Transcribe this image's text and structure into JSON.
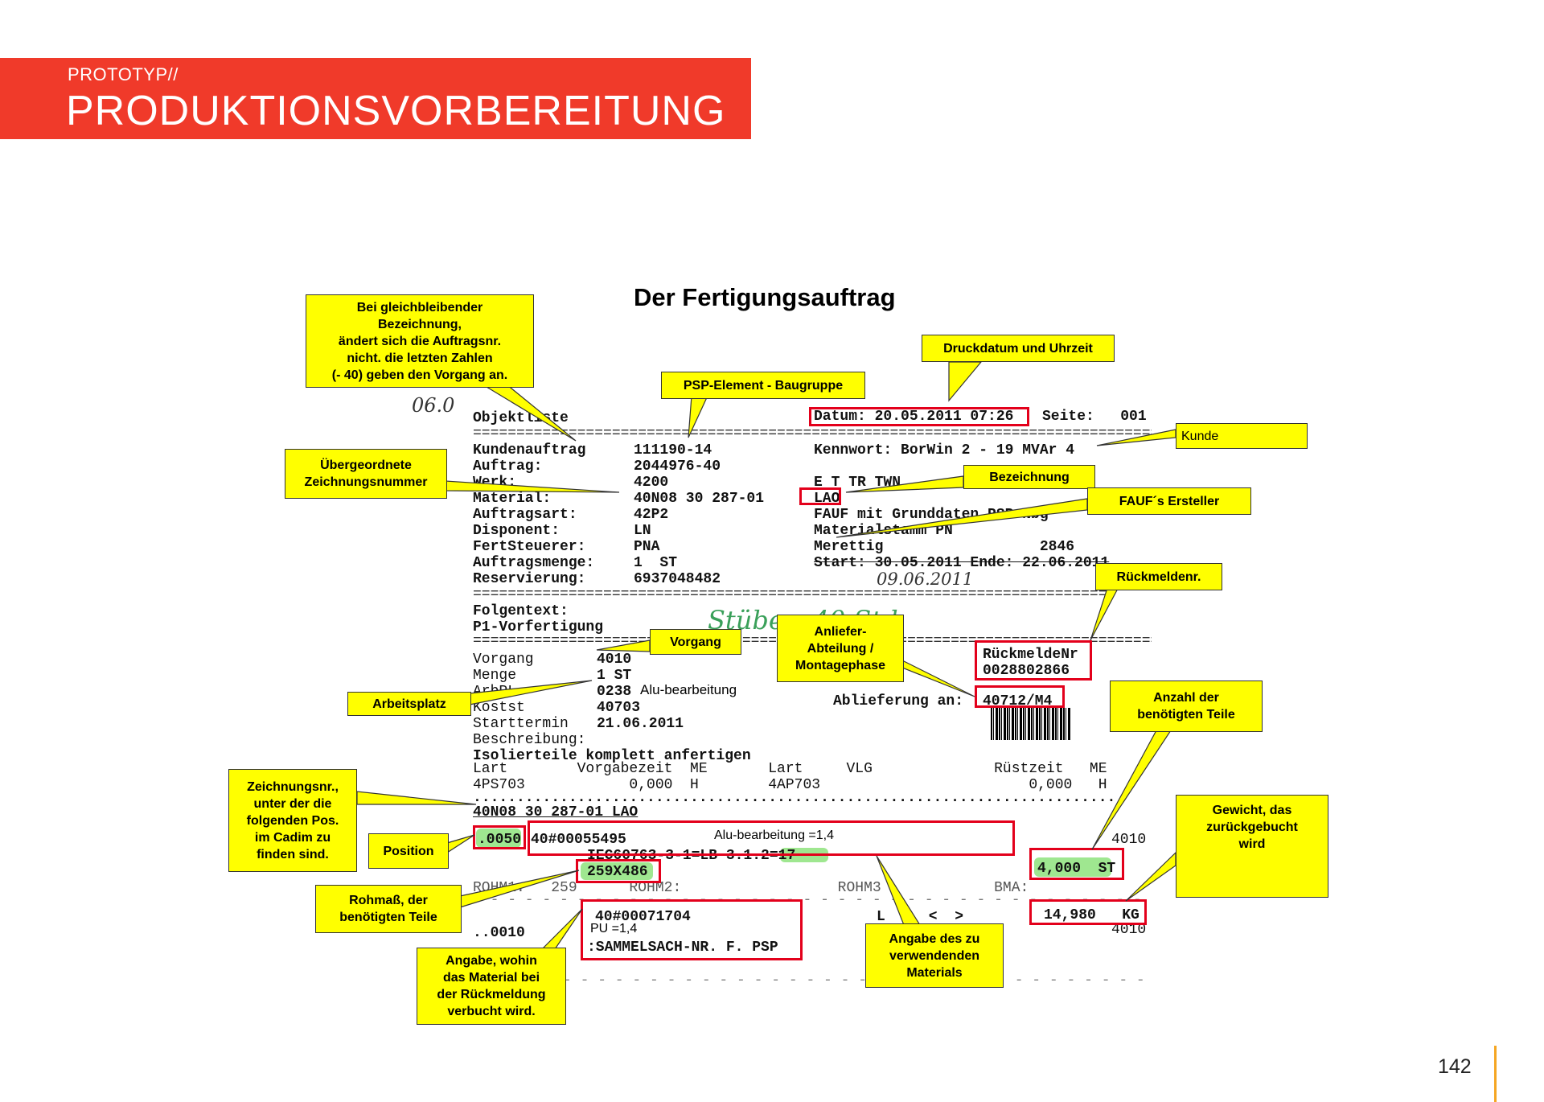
{
  "header": {
    "pretitle": "PROTOTYP//",
    "title": "PRODUKTIONSVORBEREITUNG"
  },
  "slide_title": "Der Fertigungsauftrag",
  "page_number": "142",
  "document": {
    "head_left": "Objektliste",
    "datum": "Datum: 20.05.2011 07:26",
    "seite": "Seite:   001",
    "fields": [
      {
        "label": "Kundenauftrag",
        "value": "111190-14"
      },
      {
        "label": "Auftrag:",
        "value": "2044976-40"
      },
      {
        "label": "Werk:",
        "value": "4200"
      },
      {
        "label": "Material:",
        "value": "40N08 30 287-01"
      },
      {
        "label": "Auftragsart:",
        "value": "42P2"
      },
      {
        "label": "Disponent:",
        "value": "LN"
      },
      {
        "label": "FertSteuerer:",
        "value": "PNA"
      },
      {
        "label": "Auftragsmenge:",
        "value": "1  ST"
      },
      {
        "label": "Reservierung:",
        "value": "6937048482"
      }
    ],
    "right_lines": [
      "Kennwort: BorWin 2 - 19 MVAr 4",
      "",
      "E T TR TWN",
      "LAO",
      "FAUF mit Grunddaten PSP Nbg",
      "Materialstamm PN",
      "Merettig                  2846",
      "Start: 30.05.2011 Ende: 22.06.2011"
    ],
    "hand_date": "09.06.2011",
    "hand_top": "06.0",
    "hand_middle": "Stüber  40 Std",
    "folgentext_label": "Folgentext:",
    "folgentext_value": "P1-Vorfertigung",
    "vorgang_fields": [
      {
        "label": "Vorgang",
        "value": "4010"
      },
      {
        "label": "Menge",
        "value": "1 ST"
      },
      {
        "label": "ArbPL",
        "value": "0238"
      },
      {
        "label": "Kostst",
        "value": "40703"
      },
      {
        "label": "Starttermin",
        "value": "21.06.2011"
      }
    ],
    "arbpl_note": "Alu-bearbeitung",
    "beschreibung_label": "Beschreibung:",
    "beschreibung_value": "Isolierteile komplett anfertigen",
    "rueckmelde_label": "RückmeldeNr",
    "rueckmelde_value": "0028802866",
    "ablieferung_label": "Ablieferung an:",
    "ablieferung_value": "40712/M4",
    "lart_header": "Lart        Vorgabezeit  ME       Lart     VLG              Rüstzeit   ME",
    "lart_row": "4PS703            0,000  H        4AP703                        0,000   H",
    "dots": "..........................................................................",
    "drawing_no": "40N08 30 287-01 LAO",
    "pos1": ".0050",
    "pos1_material": "40#00055495",
    "pos1_note": "Alu-bearbeitung =1,4",
    "pos1_norm": "IEC60763-3-1=LB 3.1.2=17",
    "pos1_dim": "259X486",
    "pos1_vorgang": "4010",
    "pos1_qty": "4,000  ST",
    "rohm_line": "ROHM1:   259      ROHM2:                  ROHM3             BMA:",
    "pos2_material": "40#00071704",
    "pos2_note": "PU =1,4",
    "pos2_sammel": ":SAMMELSACH-NR. F. PSP",
    "pos2": "..0010",
    "pos2_mid": "L     <  >",
    "pos2_weight": "14,980   KG",
    "pos2_vorgang": "4010"
  },
  "callouts": {
    "auftragsnr": "Bei gleichbleibender\nBezeichnung,\nändert sich die Auftragsnr.\nnicht. die letzten Zahlen\n(- 40) geben den Vorgang an.",
    "psp": "PSP-Element - Baugruppe",
    "druckdatum": "Druckdatum und Uhrzeit",
    "kunde": "Kunde",
    "uebergeordnete": "Übergeordnete\nZeichnungsnummer",
    "bezeichnung": "Bezeichnung",
    "fauf": "FAUF´s Ersteller",
    "rueckmeldenr": "Rückmeldenr.",
    "vorgang": "Vorgang",
    "anliefer": "Anliefer-\nAbteilung /\nMontagephase",
    "arbeitsplatz": "Arbeitsplatz",
    "anzahl": "Anzahl der\nbenötigten Teile",
    "zeichnungsnr": "Zeichnungsnr.,\nunter der die\nfolgenden Pos.\nim Cadim zu\nfinden sind.",
    "position": "Position",
    "gewicht": "Gewicht, das\nzurückgebucht\nwird",
    "rohmass": "Rohmaß, der\nbenötigten Teile",
    "angabe_material": "Angabe des zu\nverwendenden\nMaterials",
    "angabe_wohin": "Angabe, wohin\ndas Material bei\nder Rückmeldung\nverbucht wird."
  },
  "colors": {
    "header_red": "#f03a2a",
    "callout_yellow": "#ffff00",
    "frame_red": "#e3001b",
    "highlight_green": "#8ee37c",
    "page_accent": "#f5a623"
  }
}
